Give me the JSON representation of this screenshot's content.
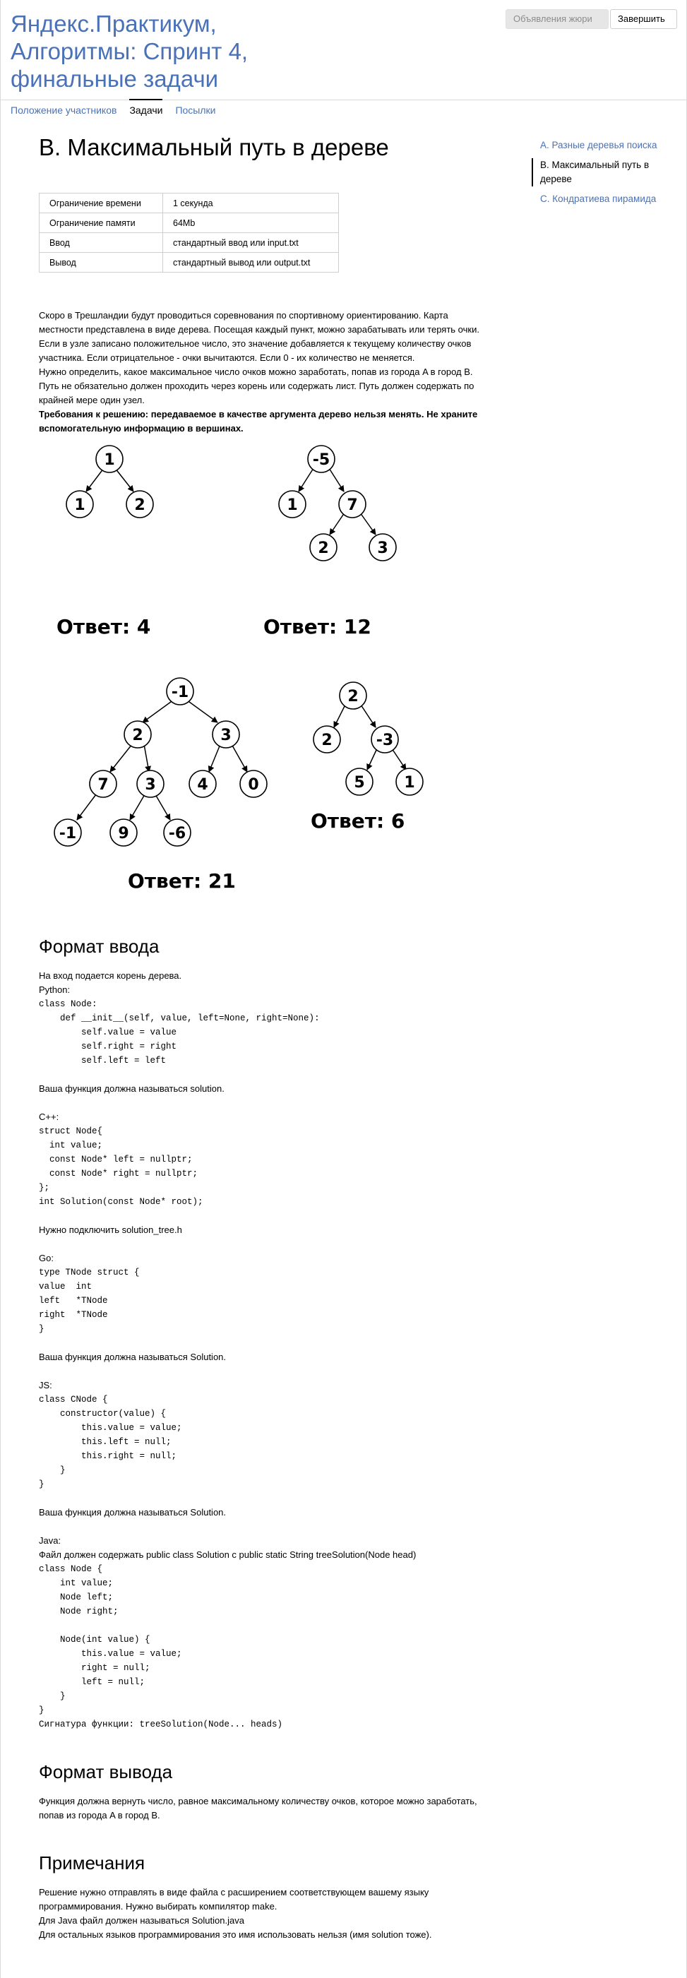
{
  "header": {
    "contest_title": "Яндекс.Практикум, Алгоритмы: Спринт 4, финальные задачи",
    "jury_button": "Объявления жюри",
    "finish_button": "Завершить"
  },
  "nav": {
    "tabs": [
      {
        "label": "Положение участников"
      },
      {
        "label": "Задачи"
      },
      {
        "label": "Посылки"
      }
    ]
  },
  "problem": {
    "title": "B. Максимальный путь в дереве",
    "limits": [
      {
        "key": "Ограничение времени",
        "value": "1 секунда"
      },
      {
        "key": "Ограничение памяти",
        "value": "64Mb"
      },
      {
        "key": "Ввод",
        "value": "стандартный ввод или input.txt"
      },
      {
        "key": "Вывод",
        "value": "стандартный вывод или output.txt"
      }
    ],
    "legend": {
      "p1": "Скоро в Трешландии будут проводиться соревнования по спортивному ориентированию. Карта местности представлена в виде дерева. Посещая каждый пункт, можно зарабатывать или терять очки. Если в узле записано положительное число, это значение добавляется к текущему количеству очков участника. Если отрицательное - очки вычитаются. Если 0 - их количество не меняется.",
      "p2": "Нужно определить, какое максимальное число очков можно заработать, попав из города A в город B.",
      "p3": "Путь не обязательно должен проходить через корень или содержать лист. Путь должен содержать по крайней мере один узел.",
      "p4": "Требования к решению: передаваемое в качестве аргумента дерево нельзя менять. Не храните вспомогательную информацию в вершинах."
    },
    "trees": {
      "t1": {
        "root": "1",
        "left": "1",
        "right": "2",
        "answer": "Ответ: 4"
      },
      "t2": {
        "root": "-5",
        "left": "1",
        "right": "7",
        "rl": "2",
        "rr": "3",
        "answer": "Ответ: 12"
      },
      "t3": {
        "root": "-1",
        "a": "2",
        "b": "3",
        "c": "7",
        "d": "3",
        "e": "4",
        "f": "0",
        "g": "-1",
        "h": "9",
        "i": "-6",
        "answer": "Ответ: 21"
      },
      "t4": {
        "root": "2",
        "left": "2",
        "right": "-3",
        "rl": "5",
        "rr": "1",
        "answer": "Ответ: 6"
      }
    },
    "input_format": {
      "title": "Формат ввода",
      "intro": "На вход подается корень дерева.",
      "python_label": "Python:",
      "python_code": "class Node:\n    def __init__(self, value, left=None, right=None):\n        self.value = value\n        self.right = right\n        self.left = left",
      "python_note": "Ваша функция должна называться solution.",
      "cpp_label": "C++:",
      "cpp_code": "struct Node{\n  int value;\n  const Node* left = nullptr;\n  const Node* right = nullptr;\n};\nint Solution(const Node* root);",
      "cpp_note": "Нужно подключить solution_tree.h",
      "go_label": "Go:",
      "go_code": "type TNode struct {\nvalue  int\nleft   *TNode\nright  *TNode\n}",
      "go_note": "Ваша функция должна называться Solution.",
      "js_label": "JS:",
      "js_code": "class CNode {\n    constructor(value) {\n        this.value = value;\n        this.left = null;\n        this.right = null;\n    }\n}",
      "js_note": "Ваша функция должна называться Solution.",
      "java_label": "Java:",
      "java_note": "Файл должен содержать public class Solution c public static String treeSolution(Node head)",
      "java_code": "class Node {\n    int value;\n    Node left;\n    Node right;\n\n    Node(int value) {\n        this.value = value;\n        right = null;\n        left = null;\n    }\n}\nСигнатура функции: treeSolution(Node... heads)"
    },
    "output_format": {
      "title": "Формат вывода",
      "text": "Функция должна вернуть число, равное максимальному количеству очков, которое можно заработать, попав из города A в город B."
    },
    "notes": {
      "title": "Примечания",
      "lines": [
        "Решение нужно отправлять в виде файла с расширением соответствующем вашему языку программирования. Нужно выбирать компилятор make.",
        "Для Java файл должен называться Solution.java",
        "Для остальных языков программирования это имя использовать нельзя (имя solution тоже)."
      ]
    }
  },
  "sidebar": {
    "items": [
      {
        "label": "A. Разные деревья поиска"
      },
      {
        "label": "B. Максимальный путь в дереве"
      },
      {
        "label": "C. Кондратиева пирамида"
      }
    ]
  }
}
